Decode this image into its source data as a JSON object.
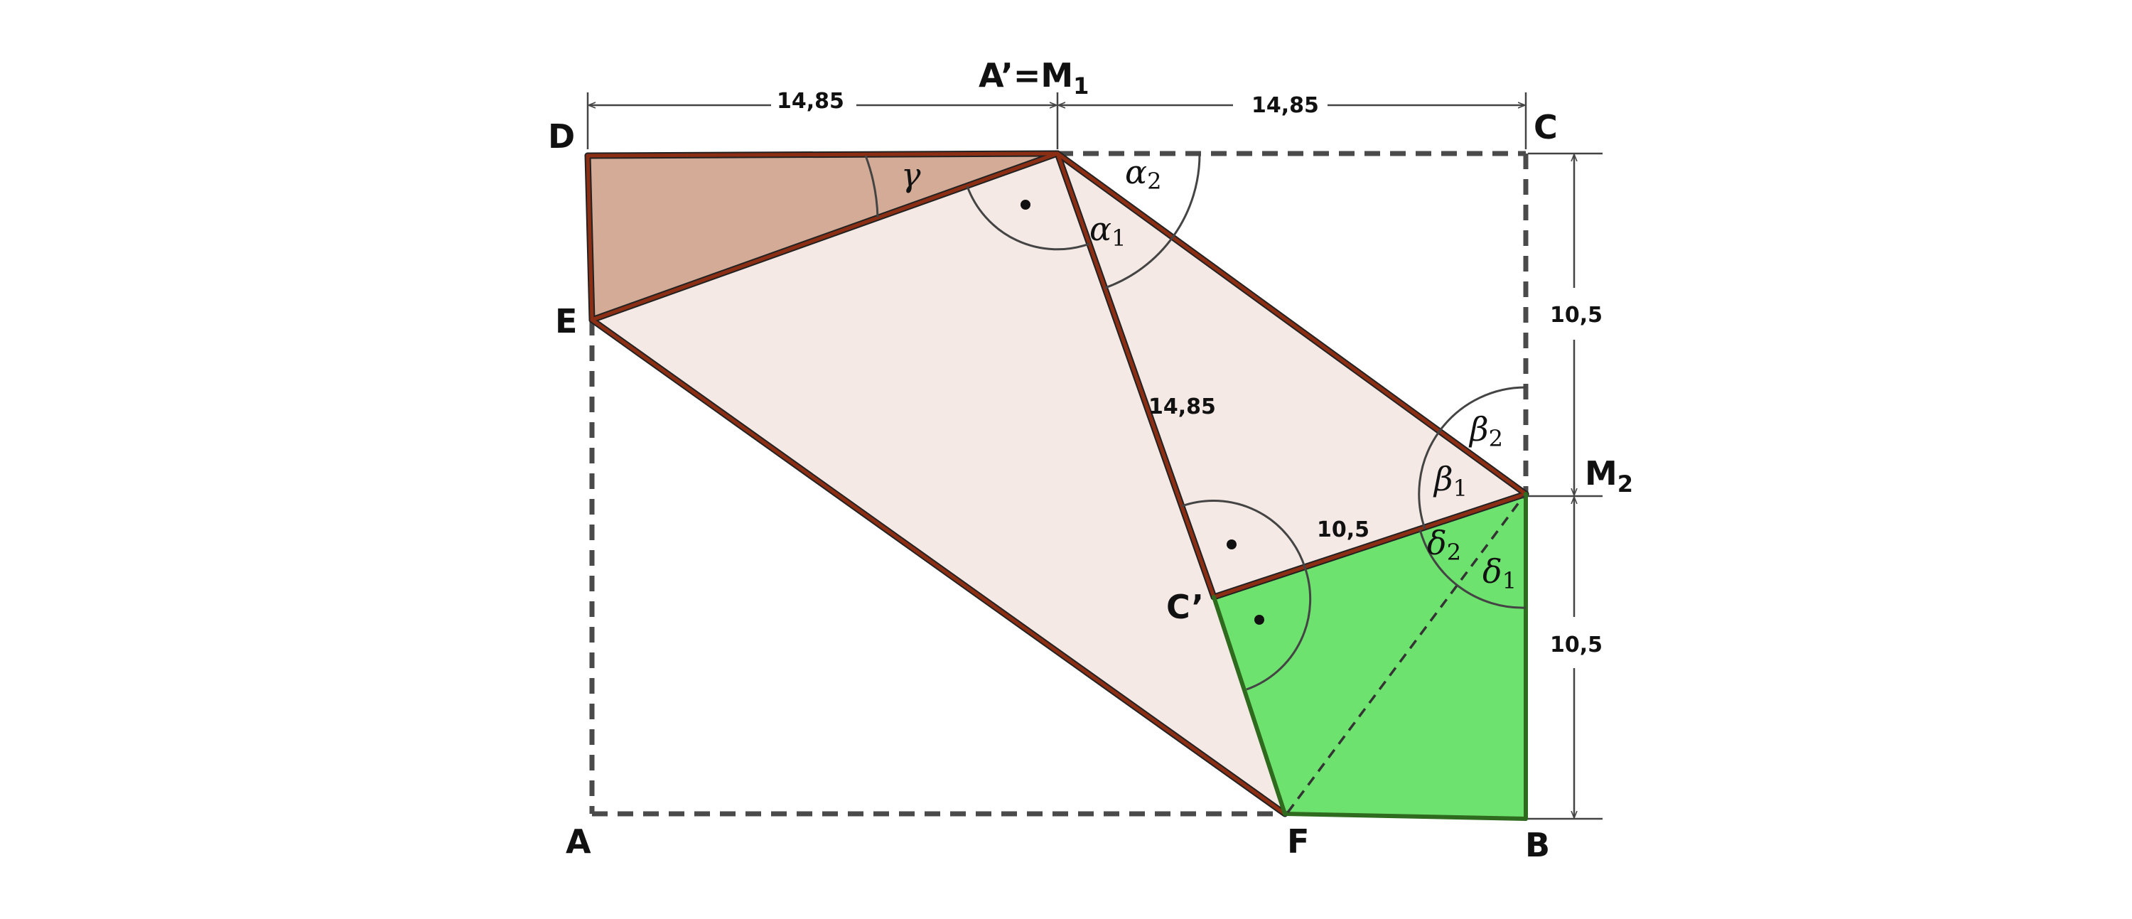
{
  "points": {
    "D": "D",
    "E": "E",
    "A": "A",
    "F": "F",
    "B": "B",
    "C": "C",
    "C_prime": "C’",
    "A_prime_M1_main": "A’=M",
    "A_prime_M1_sub": "1",
    "M2_main": "M",
    "M2_sub": "2"
  },
  "dimensions": {
    "top_left": "14,85",
    "top_right": "14,85",
    "fold_line": "14,85",
    "c_prime_m2": "10,5",
    "right_upper": "10,5",
    "right_lower": "10,5"
  },
  "angles": {
    "gamma": "γ",
    "alpha1": {
      "symbol": "α",
      "sub": "1"
    },
    "alpha2": {
      "symbol": "α",
      "sub": "2"
    },
    "beta1": {
      "symbol": "β",
      "sub": "1"
    },
    "beta2": {
      "symbol": "β",
      "sub": "2"
    },
    "delta1": {
      "symbol": "δ",
      "sub": "1"
    },
    "delta2": {
      "symbol": "δ",
      "sub": "2"
    }
  },
  "colors": {
    "triangle_dark": "#d4ab96",
    "folded_light": "#f4e9e5",
    "green": "#6ee26e",
    "brown_edge": "#8b2e14",
    "green_edge": "#2f6b1e",
    "dash": "#4a4a4a"
  }
}
